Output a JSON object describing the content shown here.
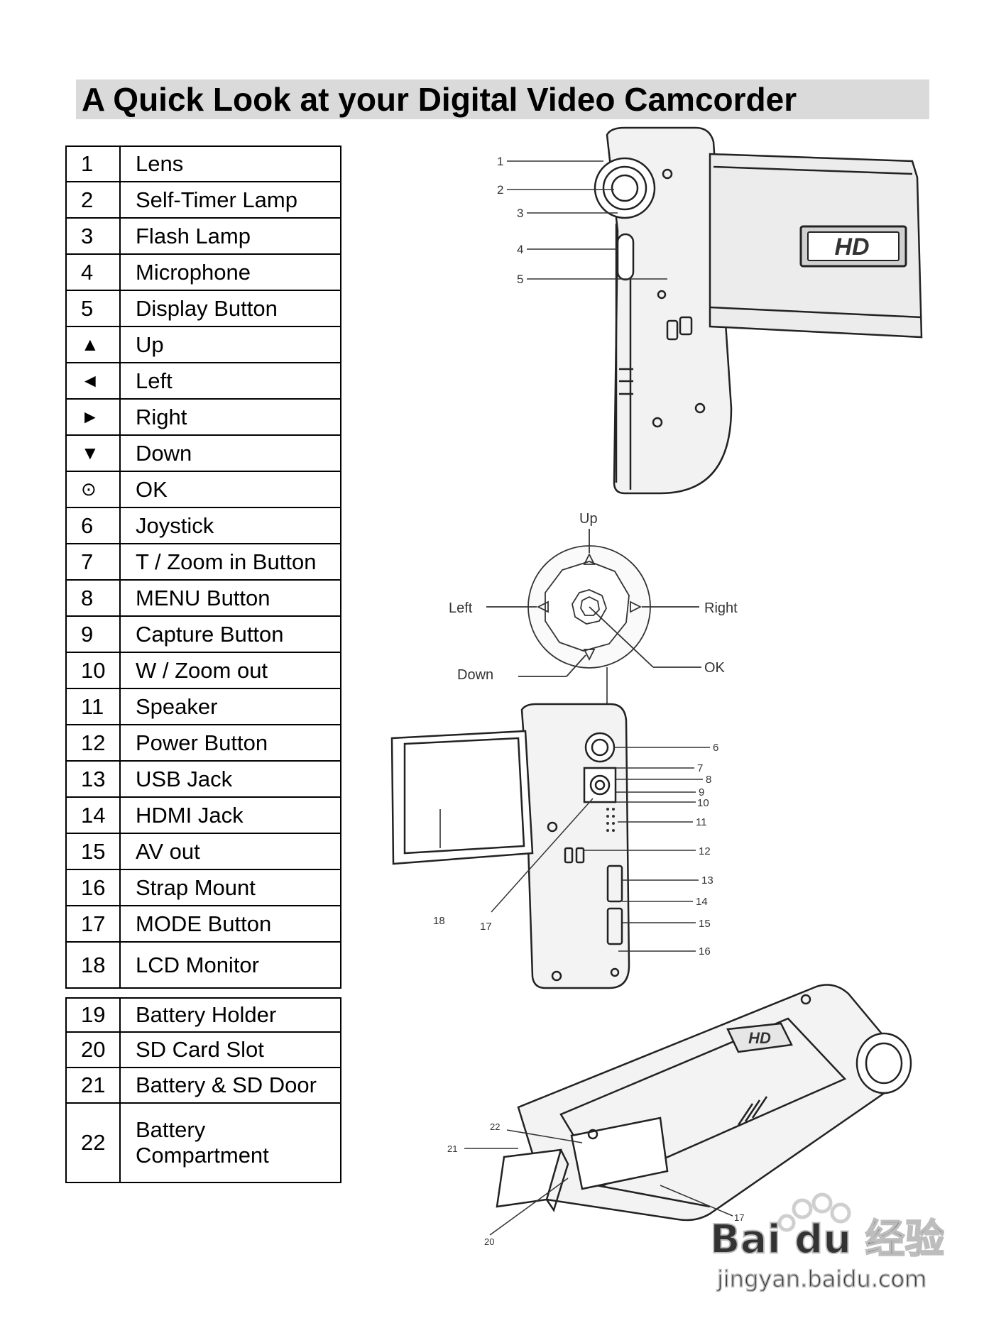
{
  "page": {
    "title": "A Quick Look at your Digital Video Camcorder"
  },
  "parts_main": [
    {
      "num": "1",
      "label": "Lens"
    },
    {
      "num": "2",
      "label": "Self-Timer Lamp"
    },
    {
      "num": "3",
      "label": "Flash Lamp"
    },
    {
      "num": "4",
      "label": "Microphone"
    },
    {
      "num": "5",
      "label": "Display Button"
    },
    {
      "num": "▲",
      "label": "Up"
    },
    {
      "num": "◄",
      "label": "Left"
    },
    {
      "num": "►",
      "label": "Right"
    },
    {
      "num": "▼",
      "label": "Down"
    },
    {
      "num": "⊙",
      "label": "OK"
    },
    {
      "num": "6",
      "label": "Joystick"
    },
    {
      "num": "7",
      "label": "T / Zoom in Button"
    },
    {
      "num": "8",
      "label": "MENU Button"
    },
    {
      "num": "9",
      "label": "Capture Button"
    },
    {
      "num": "10",
      "label": "W / Zoom out"
    },
    {
      "num": "11",
      "label": "Speaker"
    },
    {
      "num": "12",
      "label": "Power Button"
    },
    {
      "num": "13",
      "label": "USB Jack"
    },
    {
      "num": "14",
      "label": "HDMI Jack"
    },
    {
      "num": "15",
      "label": "AV out"
    },
    {
      "num": "16",
      "label": "Strap Mount"
    },
    {
      "num": "17",
      "label": "MODE Button"
    },
    {
      "num": "18",
      "label": "LCD Monitor"
    }
  ],
  "parts_battery": [
    {
      "num": "19",
      "label": "Battery Holder"
    },
    {
      "num": "20",
      "label": "SD Card Slot"
    },
    {
      "num": "21",
      "label": "Battery & SD Door"
    },
    {
      "num": "22",
      "label": "Battery Compartment"
    }
  ],
  "diagram_front": {
    "callouts": [
      "1",
      "2",
      "3",
      "4",
      "5"
    ],
    "logo_text": "HD"
  },
  "diagram_joystick": {
    "labels": {
      "up": "Up",
      "left": "Left",
      "right": "Right",
      "down": "Down",
      "ok": "OK"
    }
  },
  "diagram_back": {
    "callouts": [
      "6",
      "7",
      "8",
      "9",
      "10",
      "11",
      "12",
      "13",
      "14",
      "15",
      "16",
      "17",
      "18"
    ]
  },
  "diagram_bottom": {
    "callouts": [
      "22",
      "21",
      "20",
      "17"
    ],
    "logo_text": "HD"
  },
  "watermark": {
    "brand": "Bai du 经验",
    "url": "jingyan.baidu.com"
  }
}
